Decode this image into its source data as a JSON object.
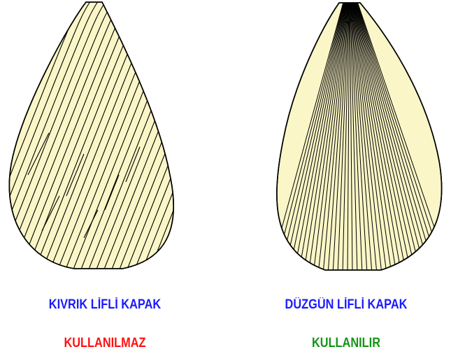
{
  "colors": {
    "background": "#ffffff",
    "left_fill": "#fbf6c7",
    "right_fill": "#fbf6c7",
    "stroke": "#000000",
    "title": "#1a1aff",
    "negative": "#ff1010",
    "positive": "#149414"
  },
  "left": {
    "title": "KIVRIK LİFLİ KAPAK",
    "status": "KULLANILMAZ"
  },
  "right": {
    "title": "DÜZGÜN LİFLİ KAPAK",
    "status": "KULLANILIR"
  }
}
